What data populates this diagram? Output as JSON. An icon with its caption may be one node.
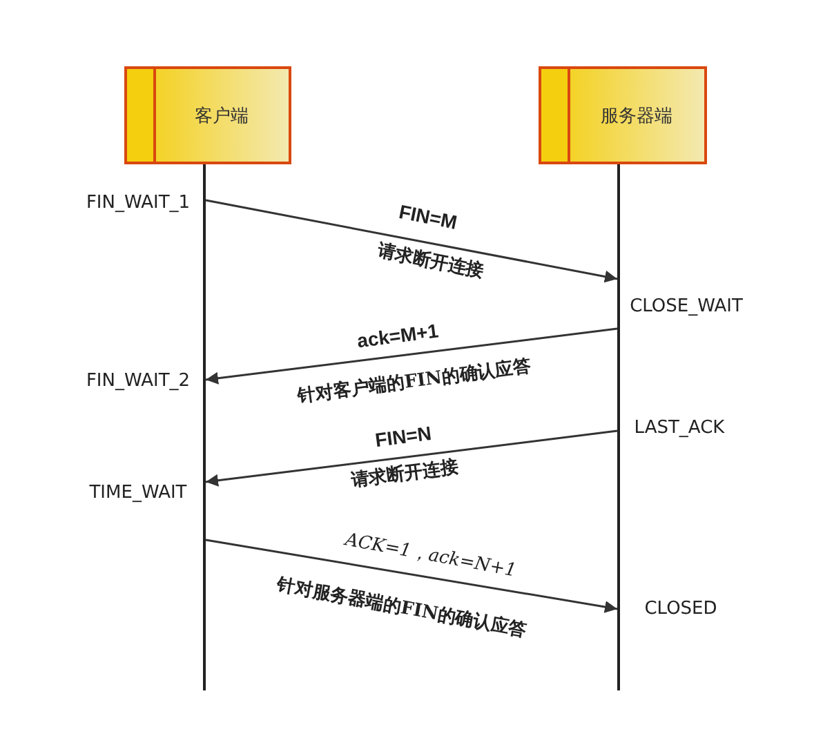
{
  "diagram": {
    "nodes": [
      {
        "text": [
          "客户端"
        ]
      },
      {
        "text": [
          "服务器端"
        ]
      }
    ],
    "edges": [
      {
        "from": 0,
        "to": 1,
        "arrow": "to",
        "label": "FIN=M"
      },
      {
        "from": 1,
        "to": 0,
        "arrow": "to",
        "label": "ack=M+1"
      },
      {
        "from": 1,
        "to": 0,
        "arrow": "to",
        "label": "FIN=N"
      },
      {
        "from": 0,
        "to": 1,
        "arrow": "to",
        "label": "ACK=1，ack=N+1"
      }
    ],
    "labels": [
      "FIN_WAIT_1",
      "请求断开连接",
      "CLOSE_WAIT",
      "FIN_WAIT_2",
      "针对客户端的FIN的确认应答",
      "LAST_ACK",
      "TIME_WAIT",
      "请求断开连接",
      "针对服务器端的FIN的确认应答",
      "CLOSED"
    ]
  }
}
